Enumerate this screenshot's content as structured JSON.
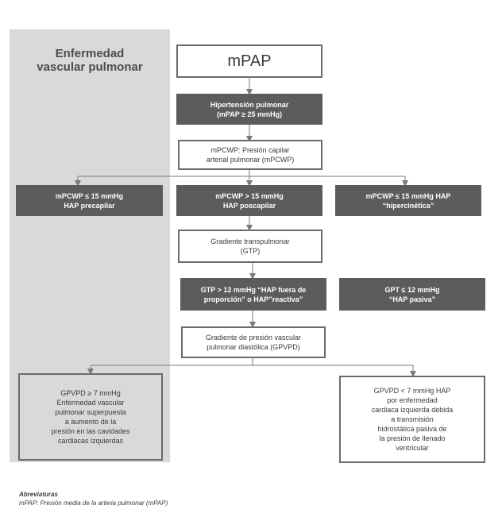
{
  "side_panel": {
    "title": [
      "Enfermedad",
      "vascular pulmonar"
    ]
  },
  "nodes": {
    "mpap": [
      "mPAP"
    ],
    "hipertension": [
      "Hipertensión pulmonar",
      "(mPAP ≥ 25 mmHg)"
    ],
    "mpcwp": [
      "mPCWP: Presión capilar",
      "arterial pulmonar (mPCWP)"
    ],
    "precapilar": [
      "mPCWP ≤  15 mmHg",
      "HAP precapilar"
    ],
    "poscapilar": [
      "mPCWP > 15 mmHg",
      "HAP poscapilar"
    ],
    "hipercinetica": [
      "mPCWP ≤ 15 mmHg HAP",
      "“hipercinética”"
    ],
    "gtp": [
      "Gradiente transpulmonar",
      "(GTP)"
    ],
    "reactiva": [
      "GTP > 12 mmHg  “HAP fuera de",
      "proporción” o HAP”reactiva”"
    ],
    "pasiva": [
      "GPT ≤  12 mmHg",
      "“HAP pasiva”"
    ],
    "gpvpd": [
      "Gradiente de presión vascular",
      "pulmonar diastólica (GPVPD)"
    ],
    "superpuesta": [
      "GPVPD ≥ 7 mmHg",
      "Enfermedad vascular",
      "pulmonar superpuesta",
      "a aumento de la",
      "presión en las cavidades",
      "cardiacas izquierdas"
    ],
    "llenado": [
      "GPVPD < 7 mmHg HAP",
      "por enfermedad",
      "cardiaca izquierda debida",
      "a transmisión",
      "hidrostática pasiva de",
      "la presión de llenado",
      "ventricular"
    ]
  },
  "footnote": {
    "title": "Abreviaturas",
    "text": "mPAP: Presión media de la arteria pulmonar (mPAP)"
  },
  "colors": {
    "panel": "#d9d9d9",
    "dark_box": "#5c5c5c",
    "border": "#6b6b6b",
    "connector": "#7a7a7a"
  }
}
